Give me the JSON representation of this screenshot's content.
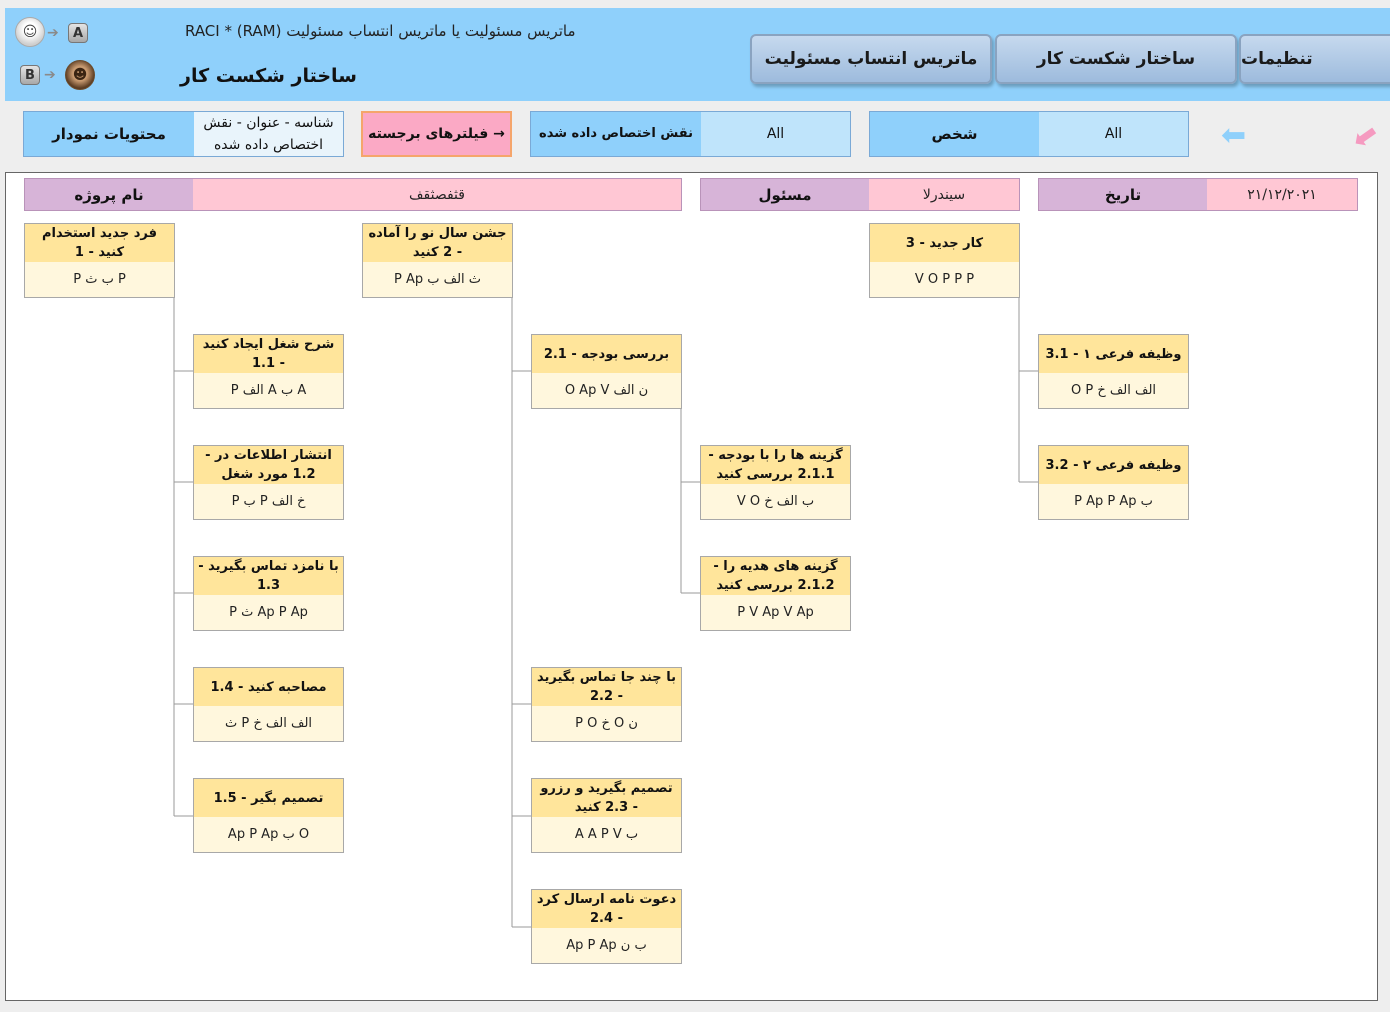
{
  "header": {
    "subtitle": "ماتریس مسئولیت یا ماتریس انتساب مسئولیت RACI * (RAM)",
    "title": "ساختار شکست کار",
    "key_a": "A",
    "key_b": "B",
    "tabs": [
      {
        "label": "ماتریس انتساب مسئولیت"
      },
      {
        "label": "ساختار شکست کار"
      },
      {
        "label": "تنظیمات"
      }
    ]
  },
  "filters": {
    "chart_contents_label": "محتویات نمودار",
    "chart_contents_value_line1": "شناسه - عنوان - نقش",
    "chart_contents_value_line2": "اختصاص داده شده",
    "highlight_filters": "→ فیلترهای برجسته",
    "assigned_role_label": "نقش اختصاص داده شده",
    "assigned_role_value": "All",
    "person_label": "شخص",
    "person_value": "All"
  },
  "info": {
    "project_label": "نام پروژه",
    "project_value": "قثفصثقف",
    "owner_label": "مسئول",
    "owner_value": "سیندرلا",
    "date_label": "تاریخ",
    "date_value": "۲۱/۱۲/۲۰۲۱"
  },
  "nodes": [
    {
      "title": "فرد جدید استخدام کنید - 1",
      "roles": "P ب ث P"
    },
    {
      "title": "شرح شغل ایجاد کنید - 1.1",
      "roles": "A ب A الف P"
    },
    {
      "title": "انتشار اطلاعات در - 1.2 مورد شغل",
      "roles": "خ الف P ب P"
    },
    {
      "title": "با نامزد تماس بگیرید - 1.3",
      "roles": "Ap P Ap ث P"
    },
    {
      "title": "مصاحبه کنید - 1.4",
      "roles": "الف الف خ P ث"
    },
    {
      "title": "تصمیم بگیر - 1.5",
      "roles": "O ب Ap P Ap"
    },
    {
      "title": "جشن سال نو را آماده - 2 کنید",
      "roles": "ث الف ب P Ap"
    },
    {
      "title": "بررسی بودجه - 2.1",
      "roles": "ن الف O Ap V"
    },
    {
      "title": "گزینه ها را با بودجه - 2.1.1 بررسی کنید",
      "roles": "ب الف خ V O"
    },
    {
      "title": "گزینه های هدیه را - 2.1.2 بررسی کنید",
      "roles": "P V Ap V Ap"
    },
    {
      "title": "با چند جا تماس بگیرید - 2.2",
      "roles": "ن O خ P O"
    },
    {
      "title": "تصمیم بگیرید و رزرو - 2.3 کنید",
      "roles": "ب A A P V"
    },
    {
      "title": "دعوت نامه ارسال کرد - 2.4",
      "roles": "ب ن Ap P Ap"
    },
    {
      "title": "کار جدید - 3",
      "roles": "V O P P P"
    },
    {
      "title": "وظیفه فرعی ۱ - 3.1",
      "roles": "الف الف خ O P"
    },
    {
      "title": "وظیفه فرعی ۲ - 3.2",
      "roles": "ب P Ap P Ap"
    }
  ],
  "colors": {
    "header_bg": "#8fd0fb",
    "filter_label_bg": "#8fd0fb",
    "filter_value_bg": "#bfe4fb",
    "highlight_bg": "#fba9c5",
    "info_label_bg": "#d7b4d8",
    "info_value_bg": "#ffc7d4",
    "node_title_bg": "#ffe59b",
    "node_body_bg": "#fff7dd",
    "arrow_blue": "#8fd0fb",
    "arrow_pink": "#f59ac0"
  }
}
